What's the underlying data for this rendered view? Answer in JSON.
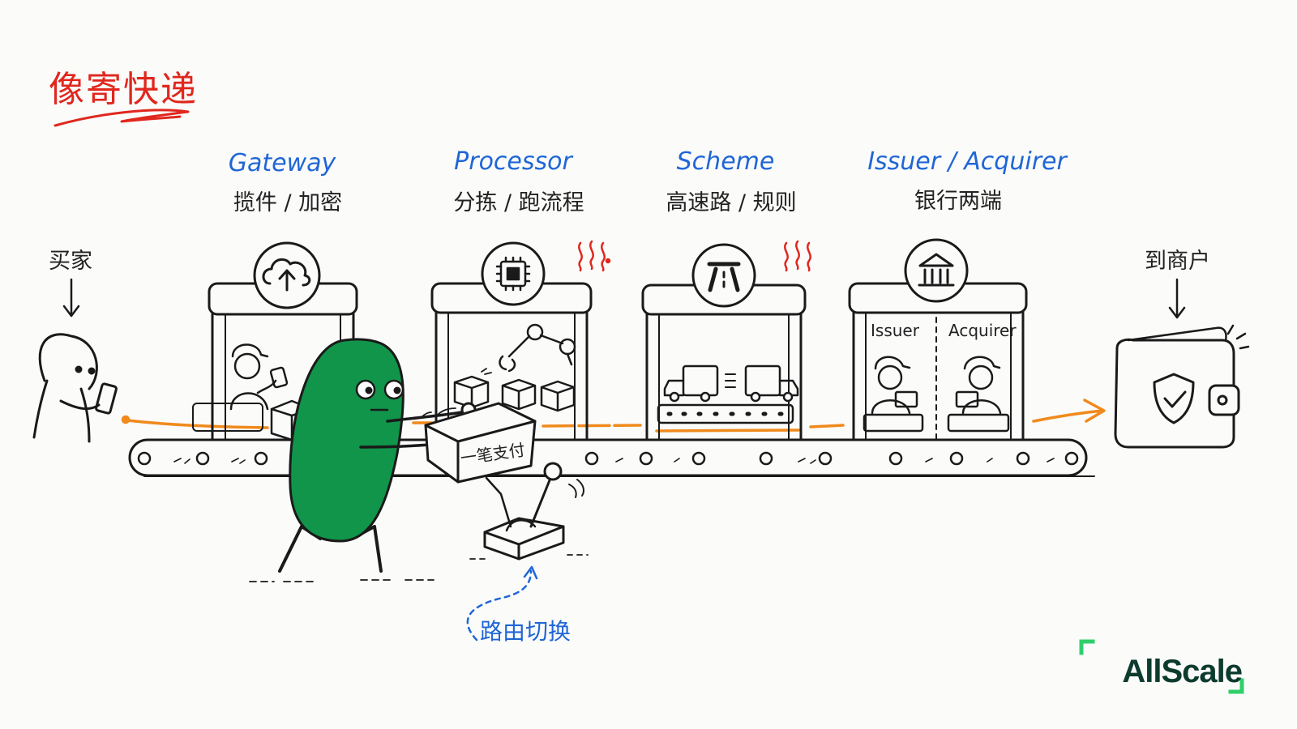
{
  "title": "像寄快递",
  "stages": [
    {
      "name_en": "Gateway",
      "name_cn": "揽件 / 加密",
      "icon": "cloud-upload-icon"
    },
    {
      "name_en": "Processor",
      "name_cn": "分拣 / 跑流程",
      "icon": "chip-icon"
    },
    {
      "name_en": "Scheme",
      "name_cn": "高速路 / 规则",
      "icon": "highway-icon"
    },
    {
      "name_en": "Issuer / Acquirer",
      "name_cn": "银行两端",
      "icon": "bank-icon"
    }
  ],
  "buyer_label": "买家",
  "merchant_label": "到商户",
  "issuer_inner": "Issuer",
  "acquirer_inner": "Acquirer",
  "package_label": "一笔支付",
  "route_switch_label": "路由切换",
  "brand": "AllScale",
  "colors": {
    "title": "#e0271d",
    "stage_name": "#1f66d6",
    "flow_line": "#f08a1c",
    "mascot": "#10954a",
    "brand_accent": "#2fd06a",
    "brand_text": "#0d3b2e"
  }
}
